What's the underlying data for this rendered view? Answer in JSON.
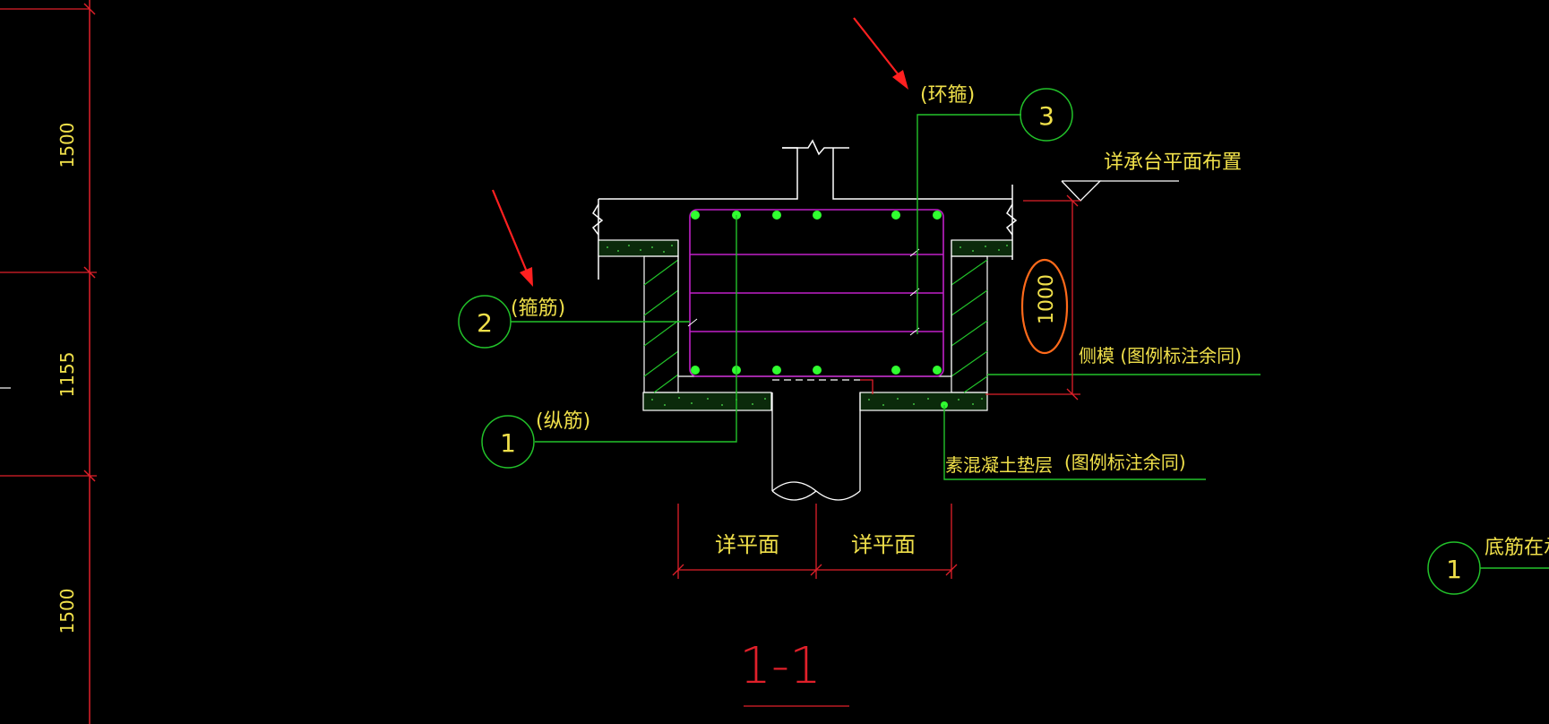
{
  "dimensions_left": {
    "top_value": "1500",
    "middle_value": "1155",
    "bottom_value": "1500"
  },
  "labels": {
    "stirrup_num": "2",
    "stirrup_text": "(箍筋)",
    "long_bar_num": "1",
    "long_bar_text": "(纵筋)",
    "ring_num": "3",
    "ring_text": "(环箍)",
    "detail_note": "详承台平面布置",
    "side_form_text": "侧模  (图例标注余同)",
    "concrete_bed_text": "素混凝土垫层",
    "legend_note_text": "(图例标注余同)",
    "height_value": "1000",
    "plan_left": "详平面",
    "plan_right": "详平面",
    "section_title": "1-1",
    "right_num": "1",
    "right_text": "底筋在承台"
  },
  "colors": {
    "background": "#000000",
    "leader_green": "#22c22a",
    "text_yellow": "#f0e04a",
    "dim_red": "#e0202a",
    "rebar_magenta": "#c020c8",
    "rebar_dot": "#30ff30",
    "outline_white": "#ffffff",
    "highlight_orange": "#ff6a1a",
    "arrow_red": "#ff2020"
  }
}
